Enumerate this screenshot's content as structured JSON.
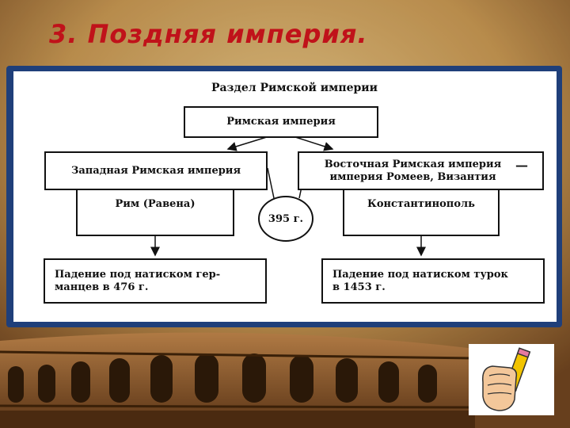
{
  "slide": {
    "title": "3. Поздняя империя."
  },
  "diagram": {
    "title": "Раздел Римской империи",
    "root": "Римская империя",
    "west": {
      "name": "Западная Римская империя",
      "capital": "Рим (Равена)",
      "fall_line1": "Падение под натиском гер-",
      "fall_line2": "манцев в 476 г."
    },
    "east": {
      "name_line1": "Восточная Римская империя",
      "name_line2": "империя Ромеев, Византия",
      "dash": "—",
      "capital": "Константинополь",
      "fall_line1": "Падение под натиском турок",
      "fall_line2": "в 1453 г."
    },
    "year": "395 г."
  },
  "icons": {
    "pencil": "hand-holding-pencil-icon"
  }
}
